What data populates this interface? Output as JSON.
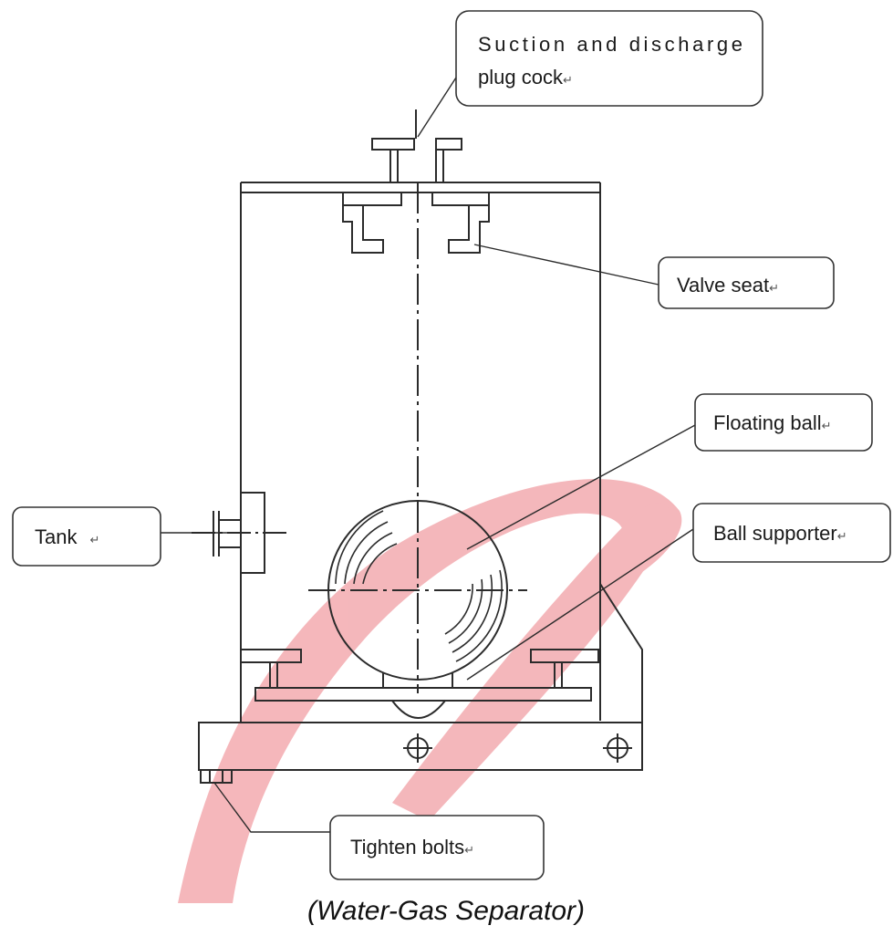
{
  "labels": {
    "suction_line1": "Suction and discharge",
    "suction_line2": "plug cock",
    "valve_seat": "Valve seat",
    "floating_ball": "Floating ball",
    "ball_supporter": "Ball supporter",
    "tank": "Tank",
    "tighten_bolts": "Tighten bolts"
  },
  "return_mark": "↵",
  "caption": "(Water-Gas Separator)",
  "colors": {
    "line": "#2b2b2b",
    "callout_border": "#333333",
    "watermark": "#f2a3a8"
  }
}
